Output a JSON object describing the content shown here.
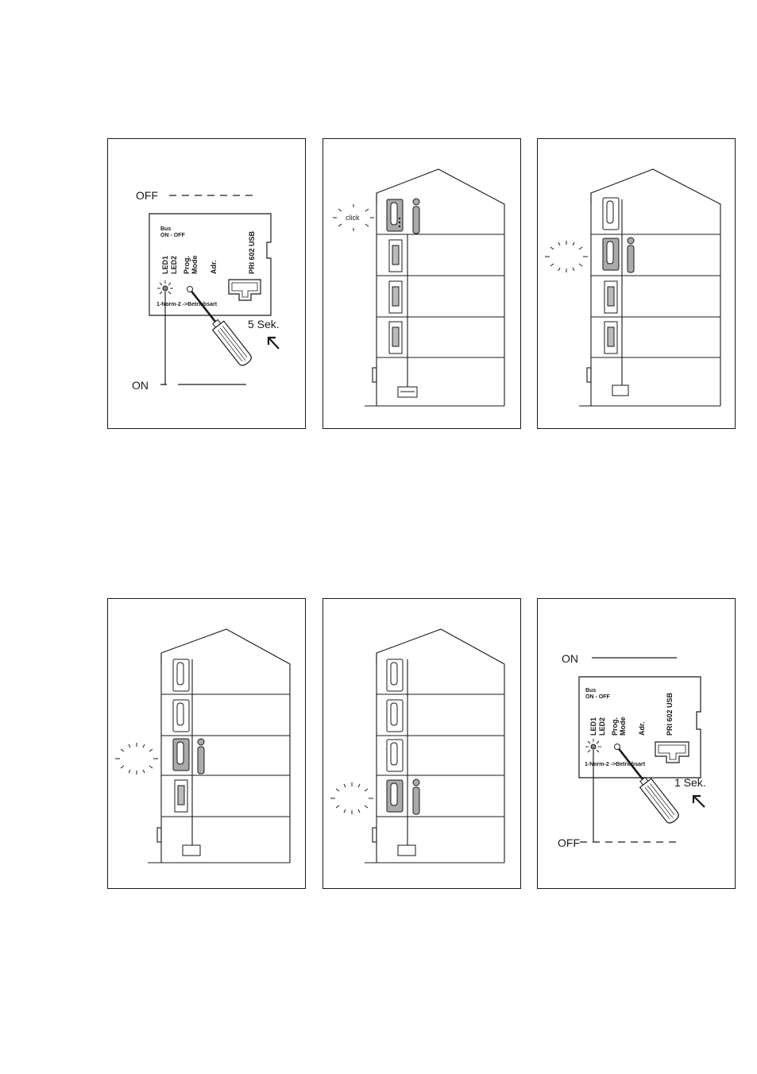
{
  "panels": {
    "p1": {
      "off": "OFF",
      "on": "ON",
      "bus": "Bus",
      "bus_state": "ON - OFF",
      "led1": "LED1",
      "led2": "LED2",
      "prog": "Prog.",
      "mode": "Mode",
      "adr": "Adr.",
      "model": "PRI 602 USB",
      "norm": "1-Norm-2 ->Betriebsart",
      "time": "5 Sek."
    },
    "p2": {
      "click": "click"
    },
    "p6": {
      "on": "ON",
      "off": "OFF",
      "bus": "Bus",
      "bus_state": "ON - OFF",
      "led1": "LED1",
      "led2": "LED2",
      "prog": "Prog.",
      "mode": "Mode",
      "adr": "Adr.",
      "model": "PRI 602 USB",
      "norm": "1-Norm-2 ->Betriebsart",
      "time": "1 Sek."
    }
  },
  "icons": [
    "screwdriver-icon",
    "led-glow-icon",
    "house-icon",
    "intercom-handset-icon",
    "person-icon",
    "arrow-icon"
  ]
}
